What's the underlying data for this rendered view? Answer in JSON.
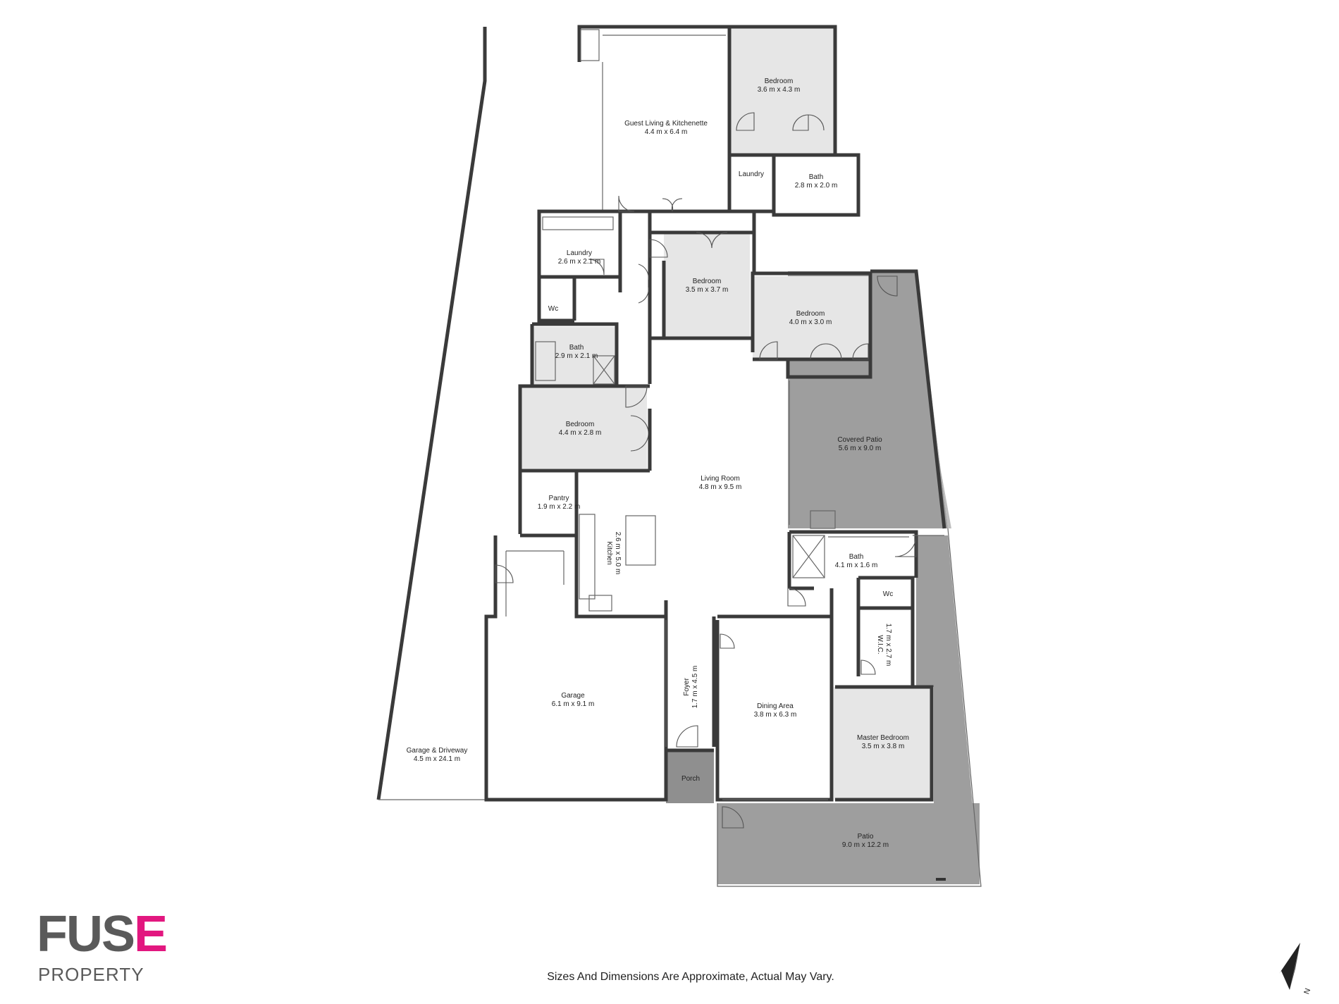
{
  "brand": {
    "logo_part1": "FUS",
    "logo_part2": "E",
    "logo_sub": "PROPERTY",
    "accent": "#e2177f",
    "grey": "#5a5a5a"
  },
  "disclaimer": "Sizes And Dimensions Are Approximate, Actual May Vary.",
  "north_label": "N",
  "rooms": {
    "guest_living": {
      "name": "Guest Living & Kitchenette",
      "dim": "4.4 m x 6.4 m"
    },
    "bedroom_ne": {
      "name": "Bedroom",
      "dim": "3.6 m x 4.3 m"
    },
    "laundry_guest": {
      "name": "Laundry"
    },
    "bath_guest": {
      "name": "Bath",
      "dim": "2.8 m x 2.0 m"
    },
    "laundry_main": {
      "name": "Laundry",
      "dim": "2.6 m x 2.1 m"
    },
    "wc_main": {
      "name": "Wc"
    },
    "bedroom_mid": {
      "name": "Bedroom",
      "dim": "3.5 m x 3.7 m"
    },
    "bedroom_east": {
      "name": "Bedroom",
      "dim": "4.0 m x 3.0 m"
    },
    "bath_main": {
      "name": "Bath",
      "dim": "2.9 m x 2.1 m"
    },
    "bedroom_west": {
      "name": "Bedroom",
      "dim": "4.4 m x 2.8 m"
    },
    "covered_patio": {
      "name": "Covered Patio",
      "dim": "5.6 m x 9.0 m"
    },
    "living_room": {
      "name": "Living Room",
      "dim": "4.8 m x 9.5 m"
    },
    "pantry": {
      "name": "Pantry",
      "dim": "1.9 m x 2.2 m"
    },
    "kitchen": {
      "name": "Kitchen",
      "dim": "2.6 m x 5.0 m"
    },
    "bath_ensuite": {
      "name": "Bath",
      "dim": "4.1 m x 1.6 m"
    },
    "wc_ensuite": {
      "name": "Wc"
    },
    "wic": {
      "name": "W.I.C.",
      "dim": "1.7 m x 2.7 m"
    },
    "garage": {
      "name": "Garage",
      "dim": "6.1 m x 9.1 m"
    },
    "foyer": {
      "name": "Foyer",
      "dim": "1.7 m x 4.5 m"
    },
    "dining": {
      "name": "Dining Area",
      "dim": "3.8 m x 6.3 m"
    },
    "master": {
      "name": "Master Bedroom",
      "dim": "3.5 m x 3.8 m"
    },
    "driveway": {
      "name": "Garage & Driveway",
      "dim": "4.5 m x 24.1 m"
    },
    "porch": {
      "name": "Porch"
    },
    "patio": {
      "name": "Patio",
      "dim": "9.0 m x 12.2 m"
    }
  },
  "colors": {
    "wall": "#3a3a3a",
    "room_grey": "#e6e6e6",
    "outdoor_grey": "#9e9e9e",
    "porch_grey": "#8f8f8f"
  }
}
